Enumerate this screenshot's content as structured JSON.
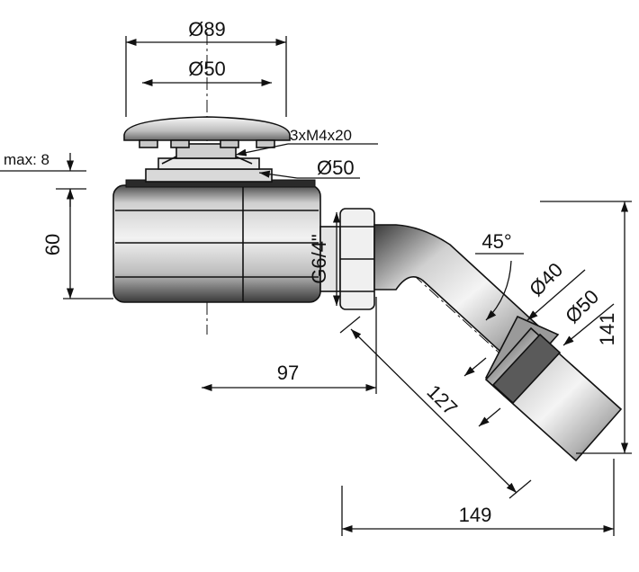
{
  "labels": {
    "d89": "Ø89",
    "d50_top": "Ø50",
    "screws": "3xM4x20",
    "d50_flange": "Ø50",
    "max8": "max: 8",
    "h60": "60",
    "thread": "G6/4\"",
    "angle": "45°",
    "d40": "Ø40",
    "d50_outlet": "Ø50",
    "h141": "141",
    "l97": "97",
    "l127": "127",
    "w149": "149"
  },
  "colors": {
    "ink": "#111111",
    "body_dark": "#3a3a3a",
    "body_mid": "#8a8a8a",
    "body_light": "#d8d8d8",
    "highlight": "#f4f4f4"
  }
}
